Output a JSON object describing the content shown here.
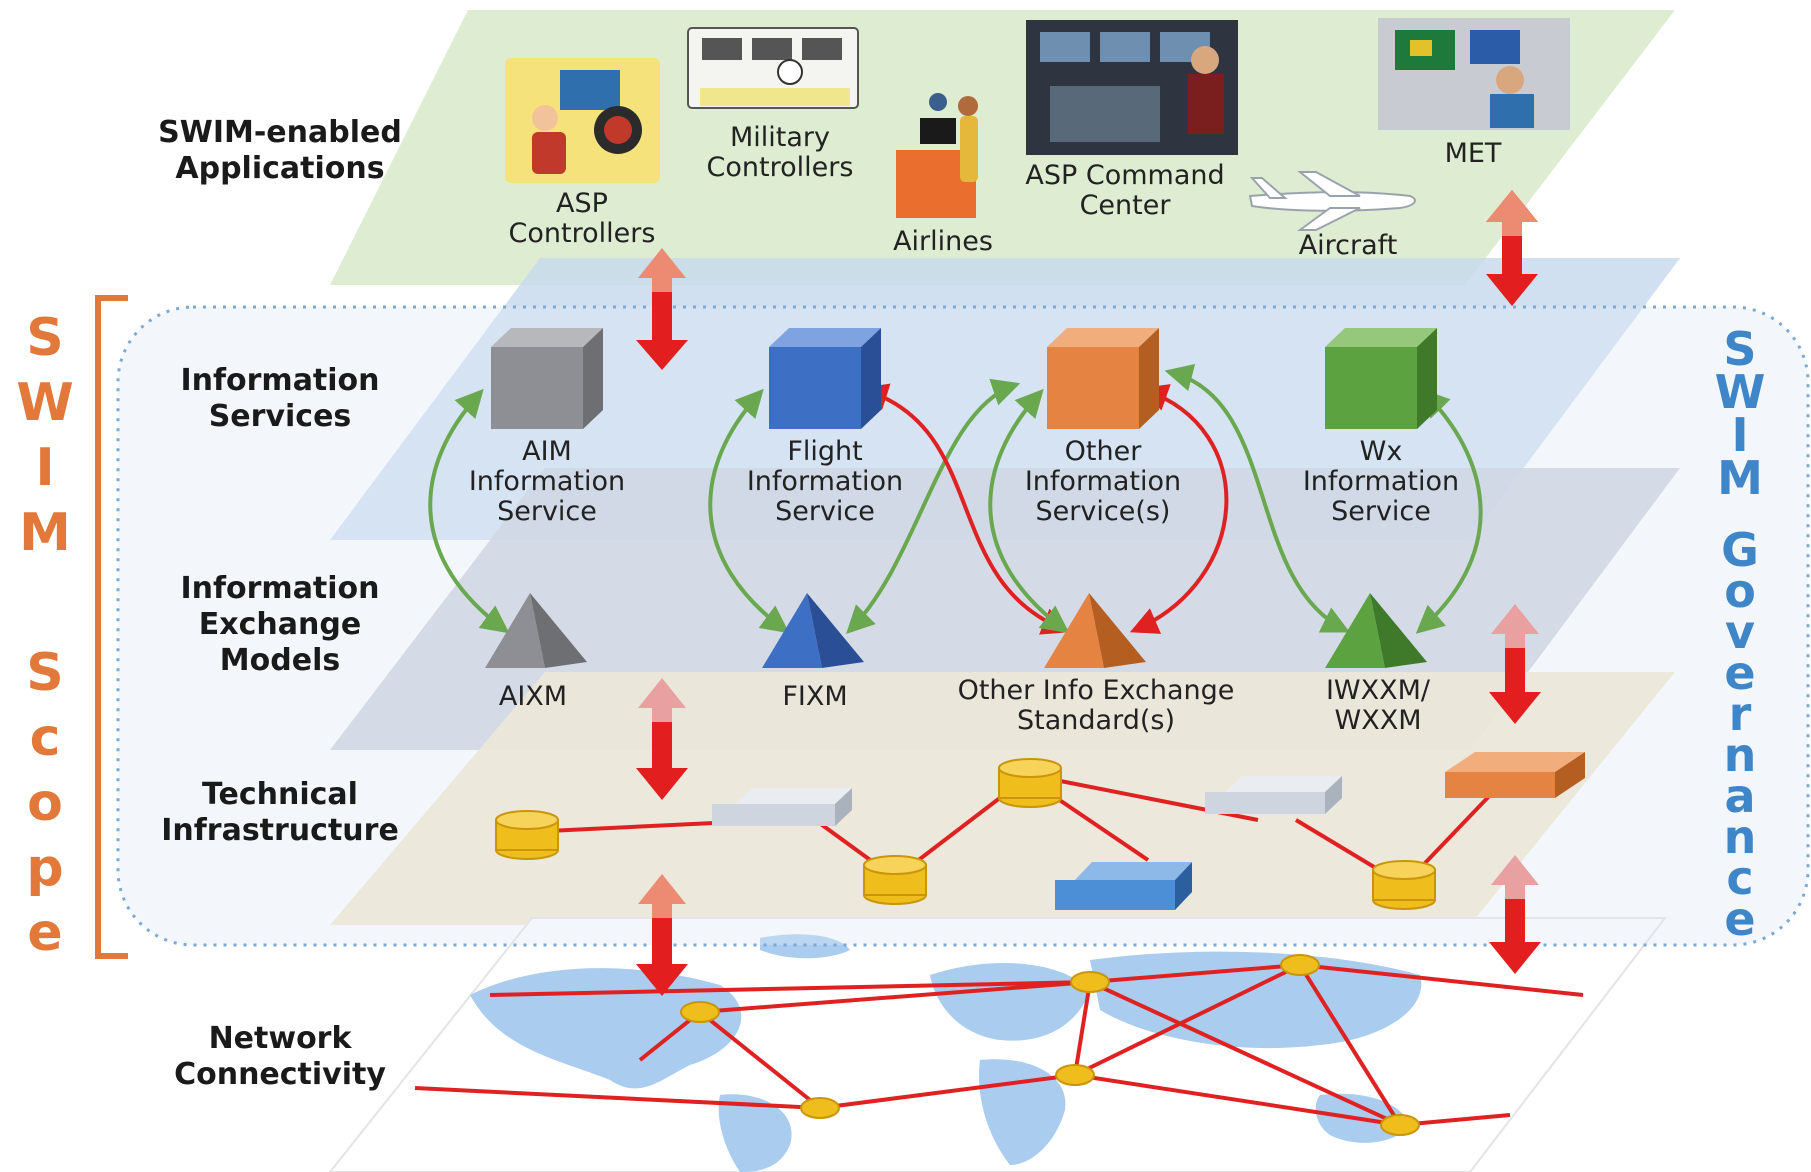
{
  "layers": {
    "applications": "SWIM-enabled Applications",
    "services": "Information Services",
    "exchange": "Information Exchange Models",
    "infrastructure": "Technical Infrastructure",
    "network": "Network Connectivity"
  },
  "applications": {
    "asp_controllers": "ASP Controllers",
    "military_controllers": "Military Controllers",
    "airlines": "Airlines",
    "asp_command_center": "ASP Command Center",
    "aircraft": "Aircraft",
    "met": "MET"
  },
  "services": {
    "aim": "AIM Information Service",
    "flight": "Flight Information Service",
    "other": "Other Information Service(s)",
    "wx": "Wx Information Service"
  },
  "exchange_models": {
    "aixm": "AIXM",
    "fixm": "FIXM",
    "other": "Other Info Exchange Standard(s)",
    "iwxxm": "IWXXM/ WXXM"
  },
  "side_labels": {
    "swim_scope": "SWIM Scope",
    "swim_governance": "SWIM Governance"
  },
  "colors": {
    "aim": "#8e8f94",
    "flight": "#3d6fc4",
    "other": "#e58442",
    "wx": "#5da241",
    "scope": "#e2793a",
    "governance": "#3f86c9",
    "link": "#e02121",
    "database": "#f0be1c"
  }
}
